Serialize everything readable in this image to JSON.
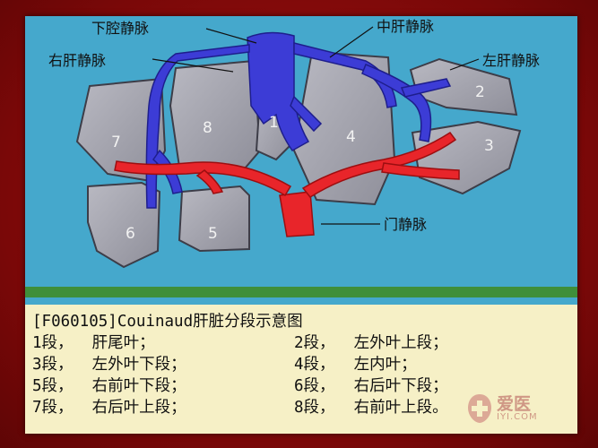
{
  "diagram": {
    "labels": {
      "ivc": "下腔静脉",
      "rhv": "右肝静脉",
      "mhv": "中肝静脉",
      "lhv": "左肝静脉",
      "pv": "门静脉"
    },
    "segments": [
      "1",
      "2",
      "3",
      "4",
      "5",
      "6",
      "7",
      "8"
    ],
    "colors": {
      "background": "#45a8cc",
      "liver": "#a8a8b2",
      "vein": "#3c3cd6",
      "portal": "#e8252a",
      "ground": "#3f8f3a"
    }
  },
  "caption": {
    "title": "[F060105]Couinaud肝脏分段示意图",
    "rows": [
      [
        "1段，  肝尾叶；",
        "2段，  左外叶上段；"
      ],
      [
        "3段，  左外叶下段；",
        "4段，  左内叶；"
      ],
      [
        "5段，  右前叶下段；",
        "6段，  右后叶下段；"
      ],
      [
        "7段，  右后叶上段；",
        "8段，  右前叶上段。"
      ]
    ]
  },
  "watermark": {
    "text": "爱医",
    "sub": "IYI.COM"
  }
}
